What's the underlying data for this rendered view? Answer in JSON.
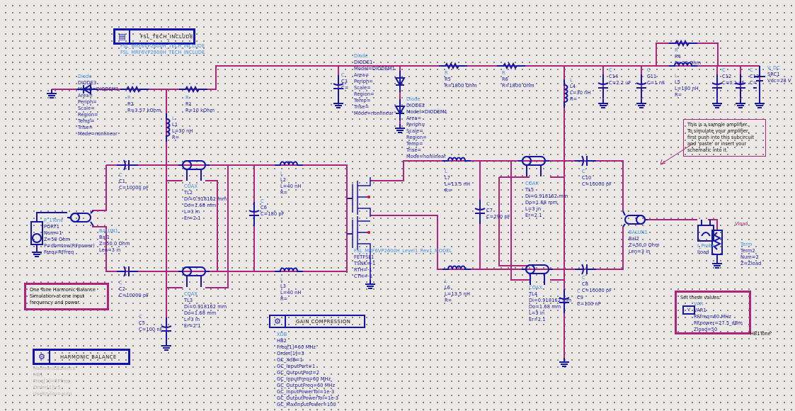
{
  "colors": {
    "wire": "#b0237d",
    "component": "#1414a6",
    "label_type": "#3d8fe6",
    "background": "#ebe8e5"
  },
  "tech_include": {
    "title": "FSL_TECH_INCLUDE",
    "lines": [
      "FSL_MRF6VP2600H_TECH_INCLUDE",
      "FSL_MRF6VP2600H_TECH_INCLUDE"
    ],
    "icon": "include-file-icon"
  },
  "harmonic_balance": {
    "title": "HARMONIC BALANCE",
    "icon": "harmonic-balance-icon",
    "lines": [
      "HarmonicBalance",
      "HB1",
      "Freq[1]=RFfreq",
      "Order[1]=5",
      "UseKrylov=auto"
    ]
  },
  "gain_compression": {
    "title": "GAIN COMPRESSION",
    "icon": "gain-compression-icon",
    "lines": [
      "XDB",
      "HB2",
      "Freq[1]=60 MHz",
      "Order[1]=3",
      "GC_XdB=1",
      "GC_InputPort=1",
      "GC_OutputPort=2",
      "GC_InputFreq=60 MHz",
      "GC_OutputFreq=60 MHz",
      "GC_InputPowerTol=1e-3",
      "GC_OutputPowerTol=1e-3",
      "GC_MaxInputPower=100"
    ]
  },
  "notes": {
    "sample_amplifier": [
      "This is a sample amplifier.",
      "To simulate your amplifier,",
      "first push into this subcircuit",
      "and 'paste' or insert your",
      "schematic into it."
    ],
    "one_tone": [
      "One Tone Harmonic Balance",
      "Simulation at one input",
      "frequency and power."
    ],
    "set_values_title": "Set these values:",
    "hb1tone": "'HB1Tone'",
    "vload": "Vload"
  },
  "var": [
    "VAR",
    "VAR1",
    "RFfreq=60 MHz",
    "RFpower=27.5_dBm",
    "Zload=50"
  ],
  "labels": {
    "DIODE3": [
      "Diode",
      "DIODE3",
      "Model=DIODEM1",
      "Area=",
      "Periph=",
      "Scale=",
      "Region=",
      "Temp=",
      "Trise=",
      "Mode=nonlinear"
    ],
    "R2": [
      "R",
      "R2",
      "R=3.57 kOhm"
    ],
    "R1": [
      "R",
      "R1",
      "R=10 kOhm"
    ],
    "L1": [
      "L",
      "L1",
      "L=30 nH",
      "R="
    ],
    "C1": [
      "C",
      "C1",
      "C=10000 pF"
    ],
    "C2": [
      "C",
      "C2",
      "C=10000 pF"
    ],
    "C5": [
      "C",
      "C5",
      "C=100 nF"
    ],
    "TL2": [
      "COAX",
      "TL2",
      "Di=0.918162 mm",
      "Do=1.68 mm",
      "L=3 in",
      "Er=2.1"
    ],
    "TL3": [
      "COAX",
      "TL3",
      "Di=0.918162 mm",
      "Do=1.68 mm",
      "L=3 in",
      "Er=2.1"
    ],
    "C6": [
      "C",
      "C6",
      "C=180 pF"
    ],
    "L2": [
      "L",
      "L2",
      "L=40 nH",
      "R="
    ],
    "L3": [
      "L",
      "L3",
      "L=40 nH",
      "R="
    ],
    "DIODE1": [
      "Diode",
      "DIODE1",
      "Model=DIODEM1",
      "Area=",
      "Periph=",
      "Scale=",
      "Region=",
      "Temp=",
      "Trise=",
      "Mode=nonlinear"
    ],
    "C3": [
      "C",
      "C3",
      "C="
    ],
    "DIODE2": [
      "Diode",
      "DIODE2",
      "Model=DIODEM1",
      "Area=",
      "Periph=",
      "Scale=",
      "Region=",
      "Temp=",
      "Trise=",
      "Mode=nonlinear"
    ],
    "R5": [
      "R",
      "R5",
      "R=1800 Ohm"
    ],
    "R6": [
      "R",
      "R6",
      "R=1800 Ohm"
    ],
    "L4": [
      "L",
      "L4",
      "L=30 nH",
      "R="
    ],
    "C14": [
      "C",
      "C14",
      "C=2.2 uF"
    ],
    "C11": [
      "C",
      "C11",
      "C=1 nF"
    ],
    "R4": [
      "R",
      "R4",
      "R=20 Ohm"
    ],
    "L5": [
      "L",
      "L5",
      "L=180 nH",
      "R="
    ],
    "C12": [
      "C",
      "C12",
      "C=0.1 uF"
    ],
    "C13": [
      "C",
      "C13",
      "C="
    ],
    "SRC1": [
      "V_DC",
      "SRC1",
      "Vdc=28 V"
    ],
    "FET": [
      "FSL_MRF6VP2600H_Level1_Rev1_MODEL",
      "FETFSL1",
      "TSNK=-1",
      "RTH=-1",
      "CTH=-1"
    ],
    "L7": [
      "L",
      "L7",
      "L=13.5 nH",
      "R="
    ],
    "L6": [
      "L",
      "L6",
      "L=13.5 nH",
      "R="
    ],
    "C7": [
      "C",
      "C7",
      "C=290 pF"
    ],
    "TL5": [
      "COAX",
      "TL5",
      "Di=0.918162 mm",
      "Do=1.68 mm",
      "L=3 in",
      "Er=2.1"
    ],
    "TL4": [
      "COAX",
      "TL4",
      "Di=0.918162 mm",
      "Do=1.68 mm",
      "L=3 in",
      "Er=2.1"
    ],
    "C10": [
      "C",
      "C10",
      "C=10000 pF"
    ],
    "C8": [
      "C",
      "C8",
      "C=10000 pF"
    ],
    "C9": [
      "C",
      "C9",
      "C=100 nF"
    ],
    "BAL2": [
      "BALUN1",
      "Bal2",
      "Z=50.0 Ohm",
      "Len=3 in"
    ],
    "IPROBE": [
      "I_Probe",
      "Iload"
    ],
    "TERM": [
      "Term",
      "Term2",
      "Num=2",
      "Z=Zload"
    ],
    "PORT1": [
      "P_1Tone",
      "PORT1",
      "Num=1",
      "Z=50 Ohm",
      "P=dbmtow(RFpower)",
      "Freq=RFfreq"
    ],
    "BAL1": [
      "BALUN1",
      "Bal1",
      "Z=50.0 Ohm",
      "Len=3 in"
    ]
  }
}
